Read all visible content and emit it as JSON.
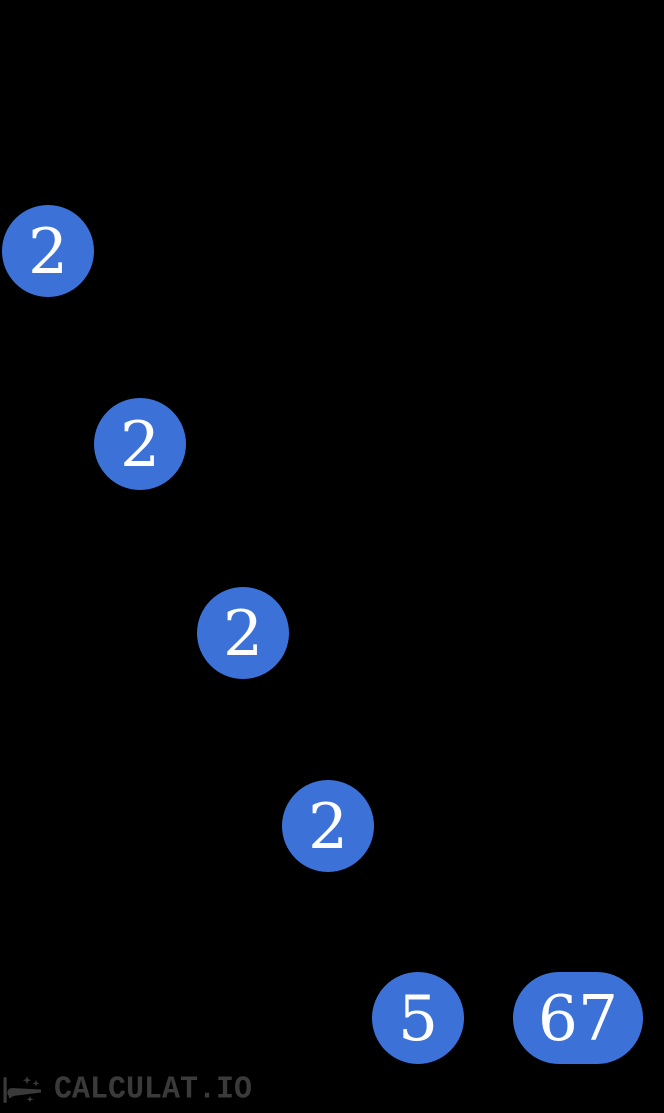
{
  "tree": {
    "leaves": [
      {
        "value": "2"
      },
      {
        "value": "2"
      },
      {
        "value": "2"
      },
      {
        "value": "2"
      },
      {
        "value": "5"
      },
      {
        "value": "67"
      }
    ]
  },
  "watermark": {
    "text": "CALCULAT.IO",
    "icon": "magic-wand-sparkles-icon"
  },
  "colors": {
    "background": "#000000",
    "node_fill": "#3c72d8",
    "node_text": "#ffffff",
    "watermark": "#3a3a3a"
  }
}
